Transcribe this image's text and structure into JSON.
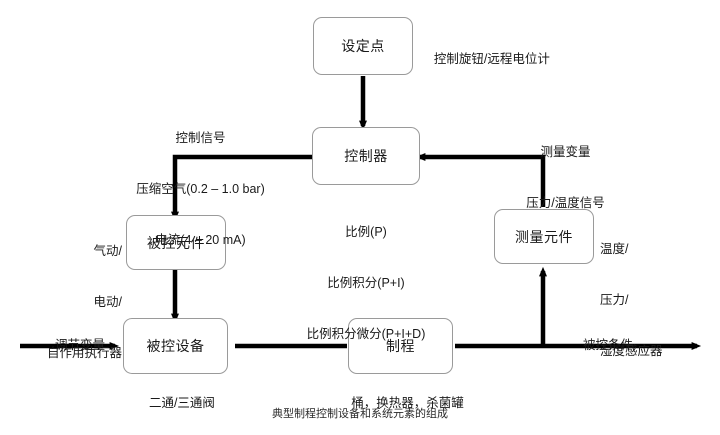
{
  "diagram": {
    "caption": "典型制程控制设备和系统元素的组成",
    "boxes": {
      "setpoint": "设定点",
      "controller": "控制器",
      "controlled_element": "被控元件",
      "measuring_element": "测量元件",
      "controlled_device": "被控设备",
      "process": "制程"
    },
    "annotations": {
      "setpoint_note": "控制旋钮/远程电位计",
      "control_signal_line1": "控制信号",
      "control_signal_line2": "压缩空气(0.2 – 1.0 bar)",
      "control_signal_line3": "电流(4 – 20 mA)",
      "measured_variable_line1": "测量变量",
      "measured_variable_line2": "压力/温度信号",
      "controller_mode_line1": "比例(P)",
      "controller_mode_line2": "比例积分(P+I)",
      "controller_mode_line3": "比例积分微分(P+I+D)",
      "actuator_line1": "气动/",
      "actuator_line2": "电动/",
      "actuator_line3": "自作用执行器",
      "sensor_line1": "温度/",
      "sensor_line2": "压力/",
      "sensor_line3": "湿度感应器",
      "manipulated_variable": "调节变量",
      "controlled_condition": "被控条件",
      "valve_note": "二通/三通阀",
      "process_note": "桶，换热器，杀菌罐"
    },
    "colors": {
      "box_border": "#9a9a9a",
      "connector": "#000000",
      "text": "#1a1a1a",
      "background": "#ffffff"
    }
  }
}
